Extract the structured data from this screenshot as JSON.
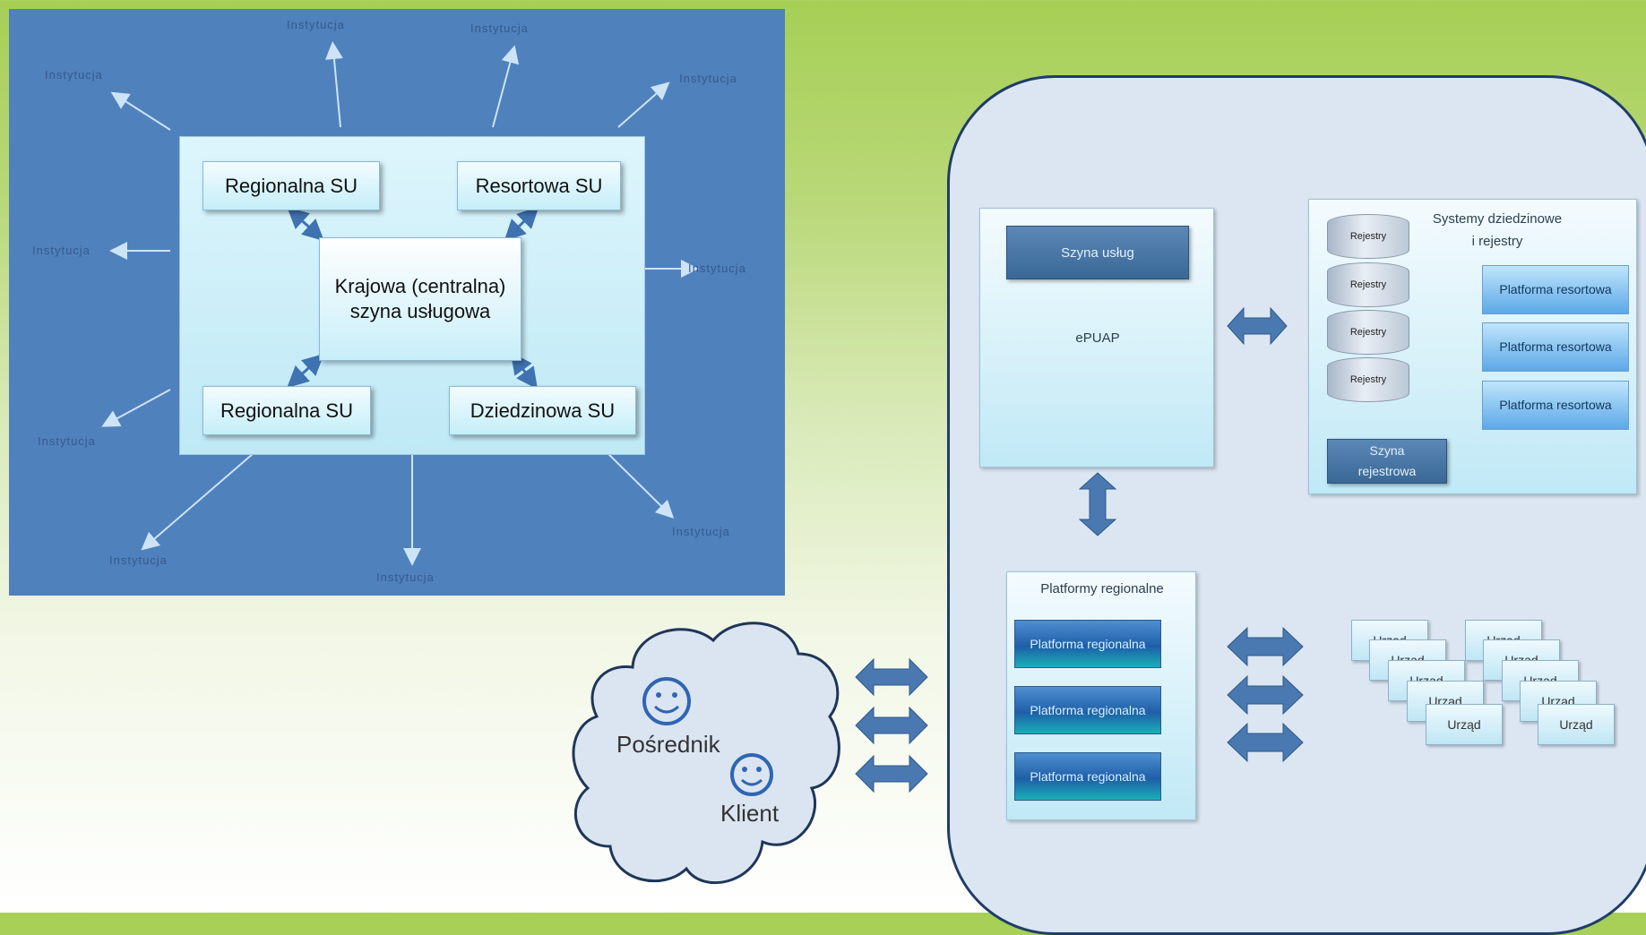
{
  "left_diagram": {
    "central_bus": "Krajowa (centralna) szyna usługowa",
    "boxes": {
      "regional_top": "Regionalna SU",
      "departmental": "Resortowa SU",
      "regional_bottom": "Regionalna SU",
      "domain": "Dziedzinowa SU"
    },
    "institution_labels": [
      "Instytucja",
      "Instytucja",
      "Instytucja",
      "Instytucja",
      "Instytucja",
      "Instytucja",
      "Instytucja",
      "Instytucja",
      "Instytucja",
      "Instytucja"
    ]
  },
  "right_diagram": {
    "epuap": {
      "bus_button": "Szyna usług",
      "label": "ePUAP"
    },
    "domain_systems": {
      "title_line1": "Systemy dziedzinowe",
      "title_line2": "i rejestry",
      "registers": [
        "Rejestry",
        "Rejestry",
        "Rejestry",
        "Rejestry"
      ],
      "department_platforms": [
        "Platforma resortowa",
        "Platforma resortowa",
        "Platforma resortowa"
      ],
      "register_bus": "Szyna rejestrowa"
    },
    "regional_platforms": {
      "title": "Platformy regionalne",
      "items": [
        "Platforma regionalna",
        "Platforma regionalna",
        "Platforma regionalna"
      ]
    },
    "offices": {
      "label": "Urząd",
      "front_labels": [
        "Urząd",
        "Urząd"
      ]
    }
  },
  "cloud": {
    "intermediary": "Pośrednik",
    "client": "Klient"
  },
  "colors": {
    "left_panel_bg": "#4f81bd",
    "arrow_fill": "#4a78b0",
    "panel_border": "#1f3d68",
    "panel_bg": "#dce6f2"
  },
  "icons": {
    "intermediary": "smiley-face-icon",
    "client": "smiley-face-icon",
    "registers": "database-cylinder-icon"
  }
}
